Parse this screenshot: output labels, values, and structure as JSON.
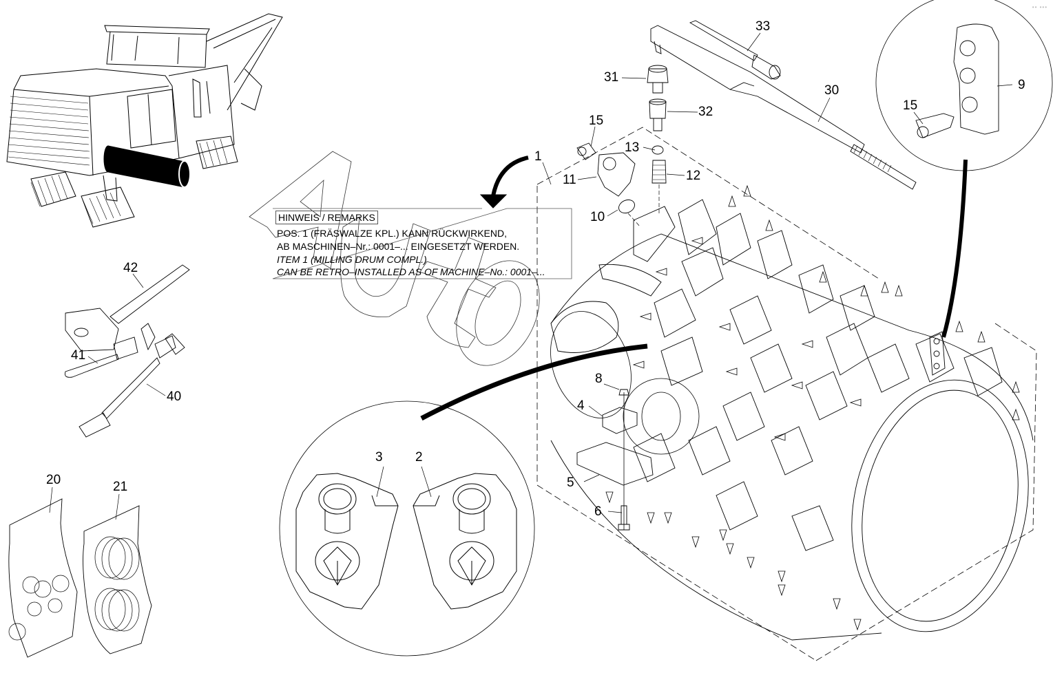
{
  "diagram": {
    "title": "Milling drum complete - exploded parts view",
    "watermark": "Auto",
    "corner_indicator": "•• •••",
    "remarks": {
      "title": "HINWEIS / REMARKS",
      "lines_de": [
        "POS. 1 (FRÄSWALZE  KPL.) KANN RÜCKWIRKEND,",
        "AB MASCHINEN–Nr.: 0001–... EINGESETZT WERDEN."
      ],
      "lines_en": [
        "ITEM 1 (MILLING DRUM COMPL.)",
        "CAN BE RETRO–INSTALLED  AS OF MACHINE–No.: 0001–..."
      ]
    },
    "callouts": [
      {
        "id": "c1",
        "label": "1"
      },
      {
        "id": "c2",
        "label": "2"
      },
      {
        "id": "c3",
        "label": "3"
      },
      {
        "id": "c4",
        "label": "4"
      },
      {
        "id": "c5",
        "label": "5"
      },
      {
        "id": "c6",
        "label": "6"
      },
      {
        "id": "c8",
        "label": "8"
      },
      {
        "id": "c9",
        "label": "9"
      },
      {
        "id": "c10",
        "label": "10"
      },
      {
        "id": "c11",
        "label": "11"
      },
      {
        "id": "c12",
        "label": "12"
      },
      {
        "id": "c13",
        "label": "13"
      },
      {
        "id": "c15a",
        "label": "15"
      },
      {
        "id": "c15b",
        "label": "15"
      },
      {
        "id": "c20",
        "label": "20"
      },
      {
        "id": "c21",
        "label": "21"
      },
      {
        "id": "c30",
        "label": "30"
      },
      {
        "id": "c31",
        "label": "31"
      },
      {
        "id": "c32",
        "label": "32"
      },
      {
        "id": "c33",
        "label": "33"
      },
      {
        "id": "c40",
        "label": "40"
      },
      {
        "id": "c41",
        "label": "41"
      },
      {
        "id": "c42",
        "label": "42"
      }
    ],
    "parts": {
      "machine": "Cold milling machine (overview, drum highlighted)",
      "drum": "Milling drum compl.",
      "tool_holder_detail": "Tool holders (items 2, 3)",
      "ejector_detail": "Holder block with pick (items 9, 15)",
      "torque_wrench": "Torque wrench with sockets (items 30-33)",
      "hammer_tools": "Hammer and extraction tools (items 40-42)",
      "bags": "Spare parts bags (items 20, 21)"
    }
  }
}
